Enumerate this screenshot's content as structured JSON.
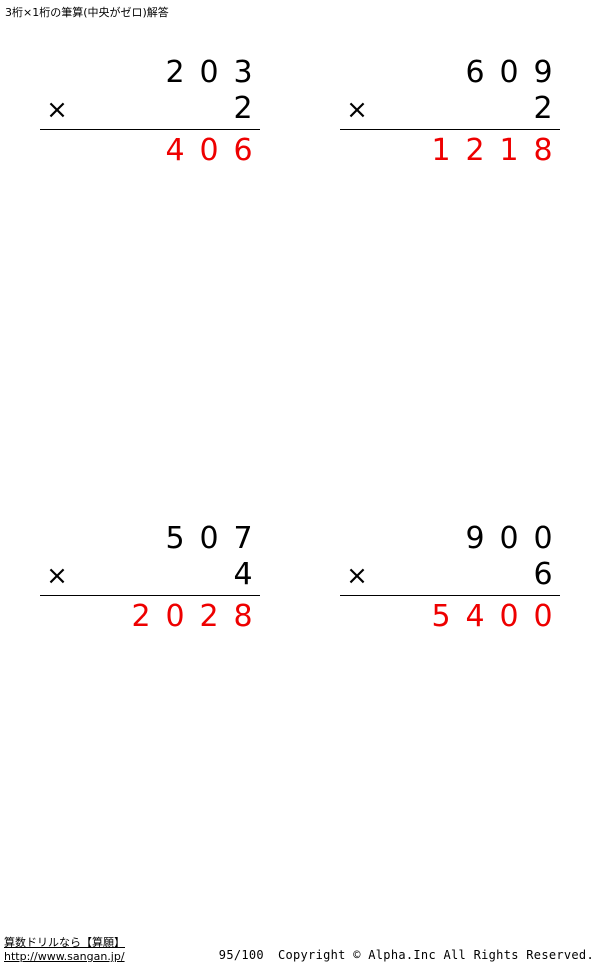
{
  "header": {
    "title": "3桁×1桁の筆算(中央がゼロ)解答"
  },
  "problems": [
    {
      "multiplicand": [
        "2",
        "0",
        "3"
      ],
      "operator": "×",
      "multiplier": [
        "2"
      ],
      "answer": [
        "4",
        "0",
        "6"
      ]
    },
    {
      "multiplicand": [
        "6",
        "0",
        "9"
      ],
      "operator": "×",
      "multiplier": [
        "2"
      ],
      "answer": [
        "1",
        "2",
        "1",
        "8"
      ]
    },
    {
      "multiplicand": [
        "5",
        "0",
        "7"
      ],
      "operator": "×",
      "multiplier": [
        "4"
      ],
      "answer": [
        "2",
        "0",
        "2",
        "8"
      ]
    },
    {
      "multiplicand": [
        "9",
        "0",
        "0"
      ],
      "operator": "×",
      "multiplier": [
        "6"
      ],
      "answer": [
        "5",
        "4",
        "0",
        "0"
      ]
    }
  ],
  "footer": {
    "site_title": "算数ドリルなら【算願】",
    "site_url": "http://www.sangan.jp/",
    "page_number": "95/100",
    "copyright": "Copyright © Alpha.Inc All Rights Reserved."
  },
  "colors": {
    "answer": "#ee0000",
    "text": "#000000",
    "background": "#ffffff"
  }
}
